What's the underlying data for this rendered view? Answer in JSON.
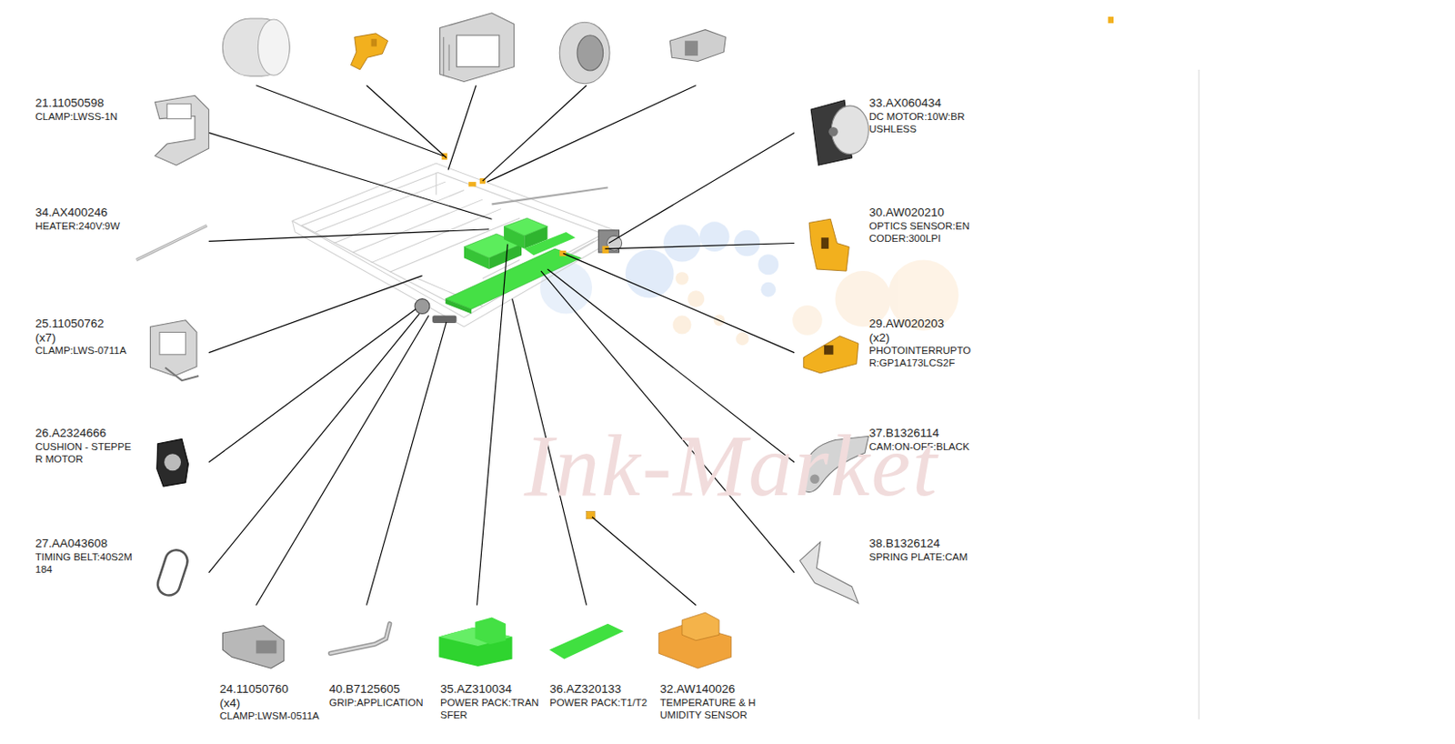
{
  "diagram": {
    "labels": [
      "21.11050598",
      "CLAMP:LWSS-1N",
      "34.AX400246",
      "HEATER:240V:9W",
      "25.11050762",
      "(x7)",
      "CLAMP:LWS-0711A",
      "26.A2324666",
      "CUSHION - STEPPER MOTOR",
      "27.AA043608",
      "TIMING BELT:40S2M184",
      "24.11050760",
      "(x4)",
      "CLAMP:LWSM-0511A",
      "40.B7125605",
      "GRIP:APPLICATION",
      "35.AZ310034",
      "POWER PACK:TRANSFER",
      "36.AZ320133",
      "POWER PACK:T1/T2",
      "32.AW140026",
      "TEMPERATURE & HUMIDITY SENSOR",
      "33.AX060434",
      "DC MOTOR:10W:BRUSHLESS",
      "30.AW020210",
      "OPTICS SENSOR:ENCODER:300LPI",
      "29.AW020203",
      "(x2)",
      "PHOTOINTERRUPTOR:GP1A173LCS2F",
      "37.B1326114",
      "CAM:ON-OFF:BLACK",
      "38.B1326124",
      "SPRING PLATE:CAM",
      "Ink-Market"
    ]
  }
}
